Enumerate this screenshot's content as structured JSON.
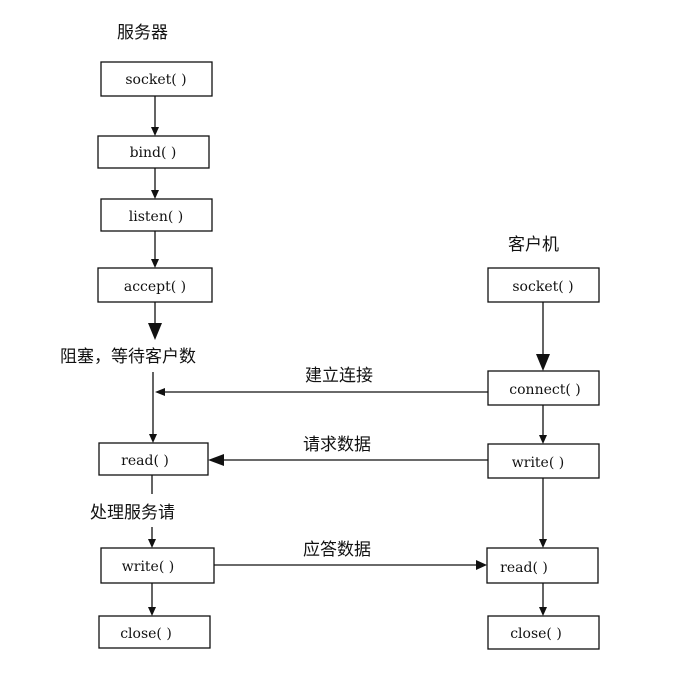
{
  "server": {
    "title": "服务器",
    "steps": [
      "socket( )",
      "bind( )",
      "listen( )",
      "accept( )",
      "read( )",
      "write( )",
      "close( )"
    ],
    "wait_label": "阻塞，等待客户数",
    "process_label": "处理服务请"
  },
  "client": {
    "title": "客户机",
    "steps": [
      "socket( )",
      "connect( )",
      "write( )",
      "read( )",
      "close( )"
    ]
  },
  "messages": {
    "connect": "建立连接",
    "request": "请求数据",
    "response": "应答数据"
  }
}
